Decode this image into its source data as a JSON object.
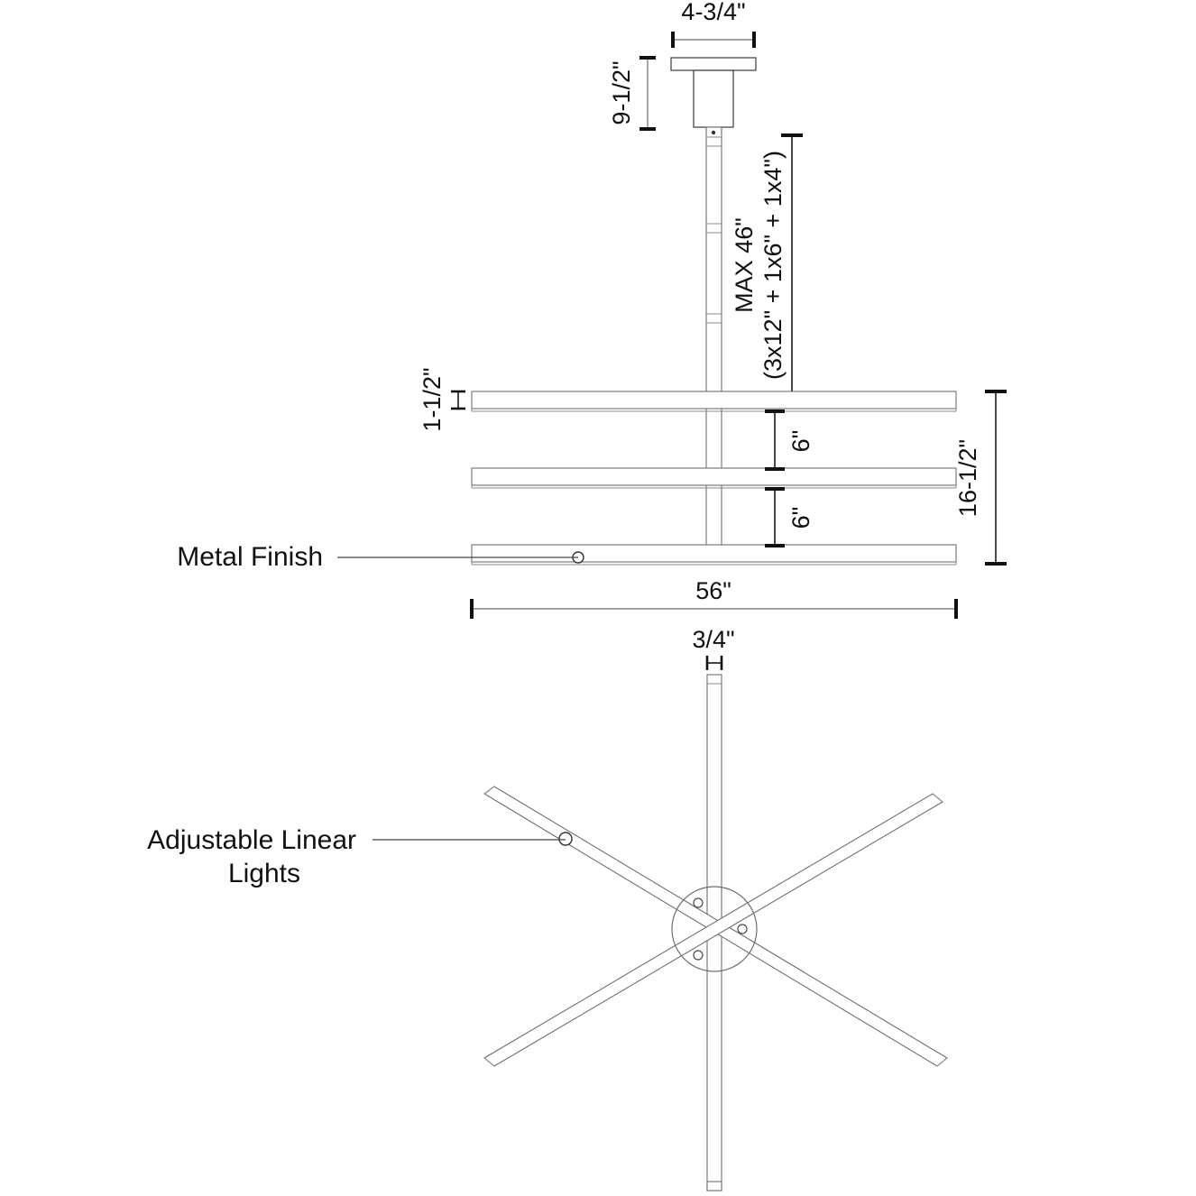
{
  "drawing": {
    "title": "Adjustable Linear Chandelier Dimension Drawing",
    "views": {
      "elevation": "front-elevation",
      "plan": "bottom-plan"
    }
  },
  "dimensions": {
    "canopy_width": "4-3/4\"",
    "canopy_height": "9-1/2\"",
    "drop_max": "MAX 46\"",
    "drop_breakdown": "(3x12\" + 1x6\" + 1x4\")",
    "bar_thickness": "1-1/2\"",
    "bar_gap_upper": "6\"",
    "bar_gap_lower": "6\"",
    "overall_height": "16-1/2\"",
    "overall_width": "56\"",
    "rod_width": "3/4\""
  },
  "callouts": {
    "metal_finish": "Metal Finish",
    "adjustable_lights_line1": "Adjustable Linear",
    "adjustable_lights_line2": "Lights"
  },
  "colors": {
    "line": "#6e6e6e",
    "line_dark": "#3a3a3a",
    "dimension": "#111111",
    "text": "#111111",
    "background": "#ffffff"
  },
  "icons": {
    "adjust_knob": "adjust-knob-icon",
    "mount_hole": "mount-hole-icon"
  }
}
